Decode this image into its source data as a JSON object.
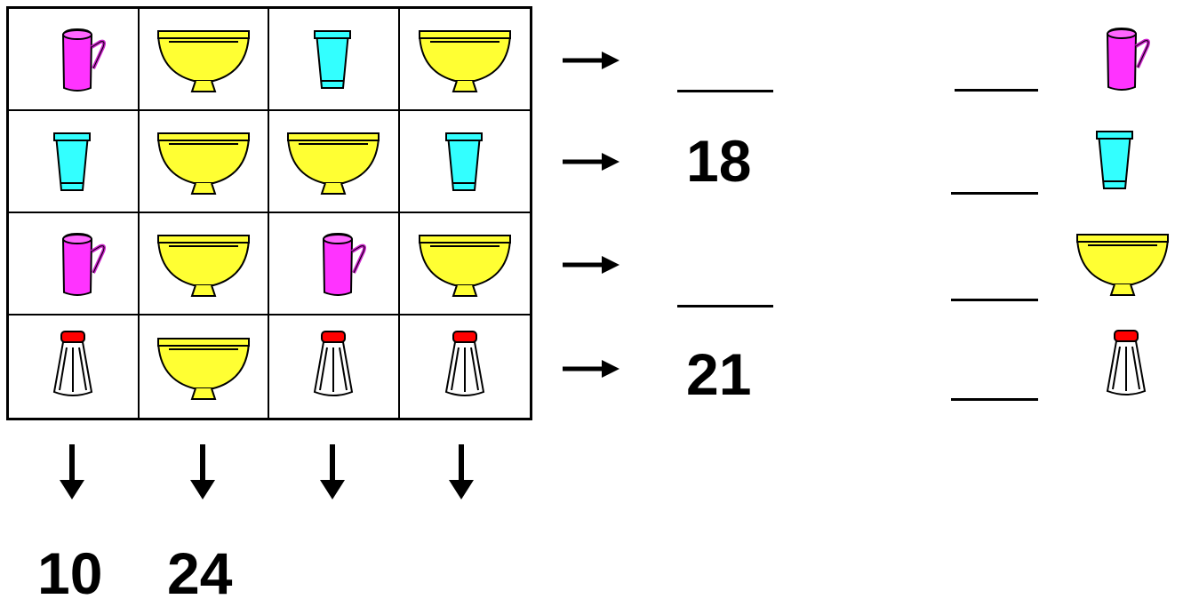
{
  "grid": [
    [
      "mug",
      "bowl",
      "cup",
      "bowl"
    ],
    [
      "cup",
      "bowl",
      "bowl",
      "cup"
    ],
    [
      "mug",
      "bowl",
      "mug",
      "bowl"
    ],
    [
      "shaker",
      "bowl",
      "shaker",
      "shaker"
    ]
  ],
  "row_sums": [
    "",
    "18",
    "",
    "21"
  ],
  "column_sums": [
    "10",
    "24",
    "",
    ""
  ],
  "legend": [
    {
      "item": "mug",
      "value": ""
    },
    {
      "item": "cup",
      "value": ""
    },
    {
      "item": "bowl",
      "value": ""
    },
    {
      "item": "shaker",
      "value": ""
    }
  ],
  "colors": {
    "mug": "#ff33ff",
    "cup": "#33ffff",
    "bowl": "#ffff33",
    "shaker_cap": "#ff0000"
  }
}
